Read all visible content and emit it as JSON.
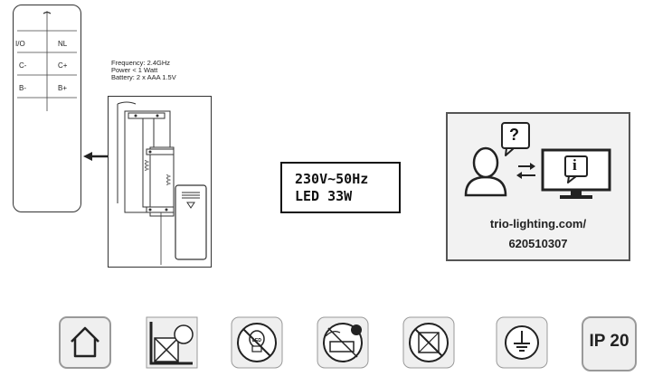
{
  "remote": {
    "buttons": [
      "I/O",
      "NL",
      "C-",
      "C+",
      "B-",
      "B+"
    ]
  },
  "specs": {
    "frequency": "Frequency:  2.4GHz",
    "power": "Power < 1 Watt",
    "battery": "Battery: 2 x AAA 1.5V"
  },
  "battery_labels": [
    "AAA",
    "AAA"
  ],
  "power_label": {
    "line1": "230V~50Hz",
    "line2": "LED 33W"
  },
  "info_box": {
    "url_line1": "trio-lighting.com/",
    "url_line2": "620510307",
    "question_mark": "?",
    "info_letter": "i"
  },
  "bottom_icons": [
    {
      "icon": "indoor-use-house-icon"
    },
    {
      "icon": "no-direct-mounting-icon"
    },
    {
      "icon": "led-not-replaceable-icon"
    },
    {
      "icon": "remote-controlled-driver-icon"
    },
    {
      "icon": "no-insulation-cover-icon"
    },
    {
      "icon": "protective-earth-icon"
    }
  ],
  "ip_rating": "IP 20",
  "colors": {
    "ink": "#111111",
    "panel_gray": "#f2f2f2",
    "icon_gray": "#efefef"
  }
}
